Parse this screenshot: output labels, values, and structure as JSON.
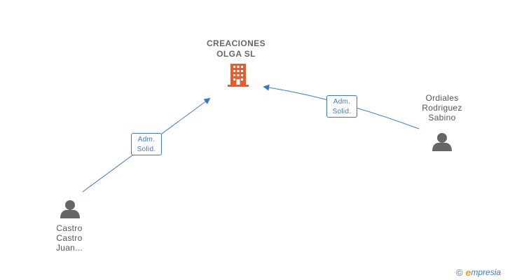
{
  "company": {
    "name_line1": "CREACIONES",
    "name_line2": "OLGA SL",
    "icon": "building-icon",
    "color": "#f05a28"
  },
  "persons": [
    {
      "id": "castro",
      "lines": [
        "Castro",
        "Castro",
        "Juan..."
      ],
      "icon": "person-icon"
    },
    {
      "id": "ordiales",
      "lines": [
        "Ordiales",
        "Rodriguez",
        "Sabino"
      ],
      "icon": "person-icon"
    }
  ],
  "edges": [
    {
      "from": "castro",
      "label_line1": "Adm.",
      "label_line2": "Solid."
    },
    {
      "from": "ordiales",
      "label_line1": "Adm.",
      "label_line2": "Solid."
    }
  ],
  "brand": {
    "copyright_symbol": "©",
    "initial": "e",
    "rest": "mpresia"
  },
  "colors": {
    "edge": "#3b78c4",
    "person": "#666666",
    "text": "#555555"
  }
}
